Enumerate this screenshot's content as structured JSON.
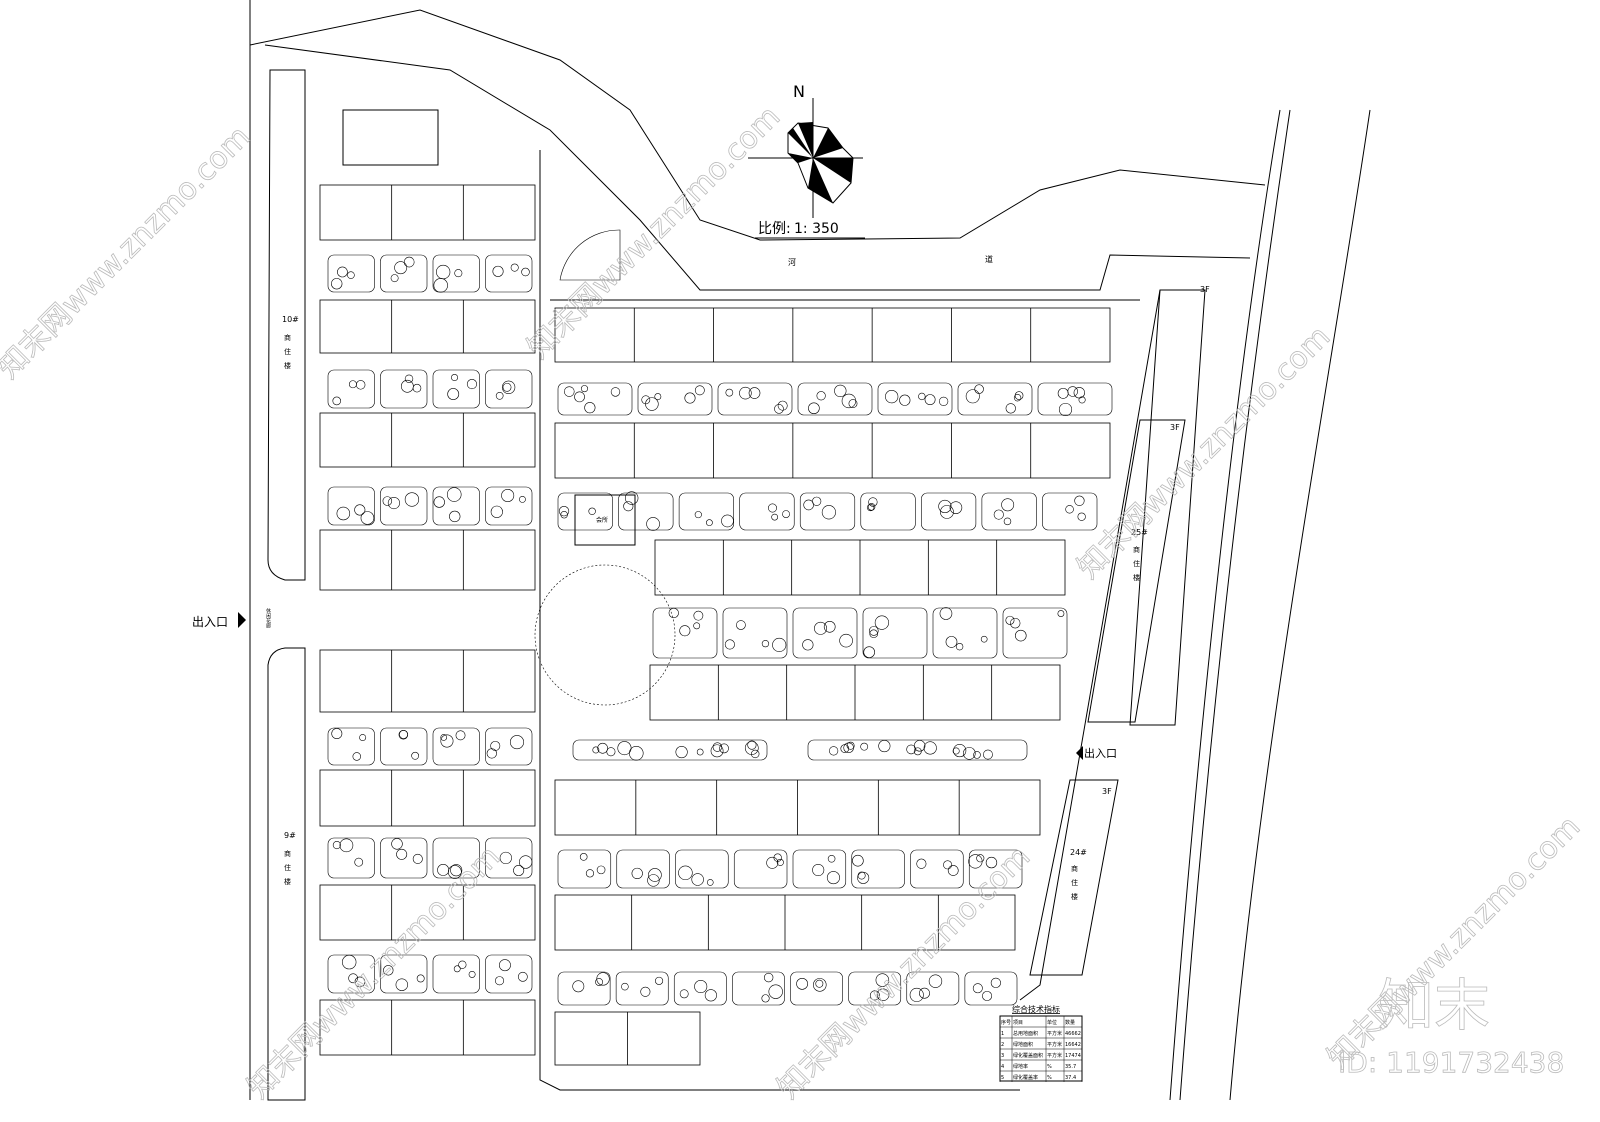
{
  "north_label": "N",
  "scale": {
    "label": "比例:",
    "value": "1: 350"
  },
  "river_label": [
    "河",
    "道"
  ],
  "entrances": [
    {
      "label": "出入口"
    },
    {
      "label": "出入口"
    }
  ],
  "entrance_garden_label": "休闲花廊",
  "buildings": [
    {
      "id": "10#",
      "lines": [
        "10#",
        "商",
        "住",
        "楼"
      ]
    },
    {
      "id": "9#",
      "lines": [
        "9#",
        "商",
        "住",
        "楼"
      ]
    },
    {
      "id": "25#",
      "lines": [
        "25#",
        "商",
        "住",
        "楼"
      ]
    },
    {
      "id": "24#",
      "lines": [
        "24#",
        "商",
        "住",
        "楼"
      ]
    }
  ],
  "floors_labels": [
    "3F",
    "3F",
    "3F"
  ],
  "clubhouse_label": "会所",
  "tech_table": {
    "title": "综合技术指标",
    "headers": [
      "序号",
      "项目",
      "单位",
      "数量"
    ],
    "rows": [
      [
        "1",
        "总用地面积",
        "平方米",
        "46662"
      ],
      [
        "2",
        "绿地面积",
        "平方米",
        "16642"
      ],
      [
        "3",
        "绿化覆盖面积",
        "平方米",
        "17474"
      ],
      [
        "4",
        "绿地率",
        "%",
        "35.7"
      ],
      [
        "5",
        "绿化覆盖率",
        "%",
        "37.4"
      ]
    ]
  },
  "watermark": {
    "site": "知末网www.znzmo.com",
    "brand": "知末",
    "id": "ID: 1191732438"
  },
  "colors": {
    "line": "#000000",
    "watermark": "#bbbbbb"
  }
}
